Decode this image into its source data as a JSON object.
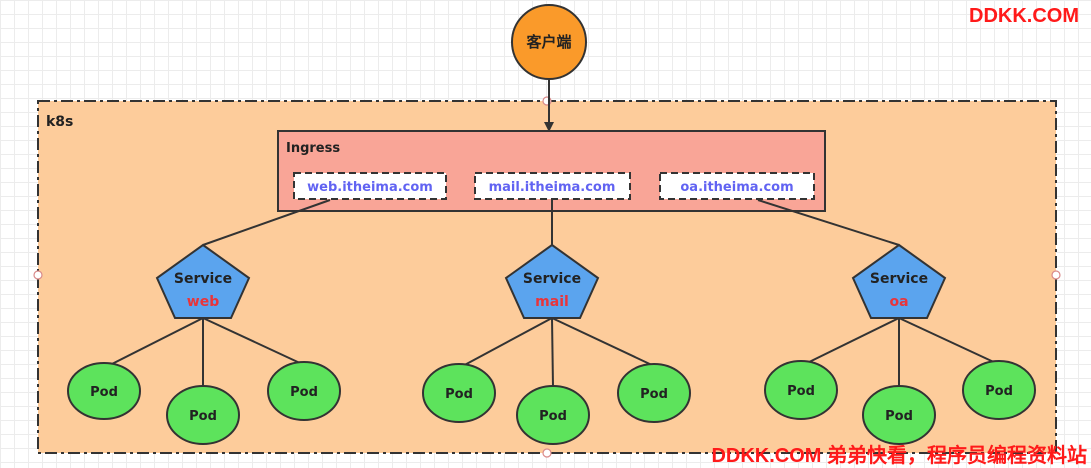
{
  "client": {
    "label": "客户端"
  },
  "cluster": {
    "label": "k8s"
  },
  "ingress": {
    "label": "Ingress",
    "hosts": [
      "web.itheima.com",
      "mail.itheima.com",
      "oa.itheima.com"
    ]
  },
  "services": [
    {
      "label": "Service",
      "name": "web"
    },
    {
      "label": "Service",
      "name": "mail"
    },
    {
      "label": "Service",
      "name": "oa"
    }
  ],
  "pod_label": "Pod",
  "watermarks": {
    "top": "DDKK.COM",
    "bottom": "DDKK.COM 弟弟快看，程序员编程资料站"
  },
  "colors": {
    "client": "#fa9a2a",
    "cluster_bg": "#fdcc9b",
    "ingress_bg": "#f9a597",
    "service": "#5ba4ee",
    "service_name": "#e8353b",
    "pod": "#5de35c",
    "host_text": "#6163f2",
    "watermark": "#ff1a1a"
  }
}
